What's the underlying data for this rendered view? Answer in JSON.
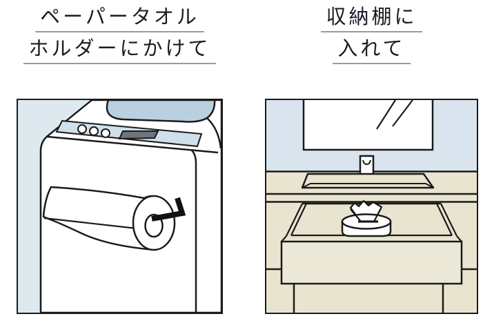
{
  "captions": {
    "left": {
      "line1": "ペーパータオル",
      "line2": "ホルダーにかけて"
    },
    "right": {
      "line1": "収納棚に",
      "line2": "入れて"
    }
  },
  "scenes": {
    "left": {
      "name": "paper-towel-roll-hung-on-holder-on-washing-machine"
    },
    "right": {
      "name": "paper-towel-canister-stored-in-vanity-drawer"
    }
  },
  "colors": {
    "page_background": "#ffffff",
    "outline": "#1a1a1a",
    "caption_text": "#1b1b26",
    "caption_underline": "#9a9a9a",
    "left_background_blue": "#dde9ef",
    "machine_white": "#ffffff",
    "lid_blue": "#b9d0e0",
    "control_panel_blue": "#cfe0ea",
    "display_gray": "#6e757b",
    "bracket_black": "#111111",
    "wall_blue": "#d9e4ef",
    "beige": "#e9e4d0",
    "drawer_beige": "#ece8d8",
    "white": "#ffffff"
  }
}
